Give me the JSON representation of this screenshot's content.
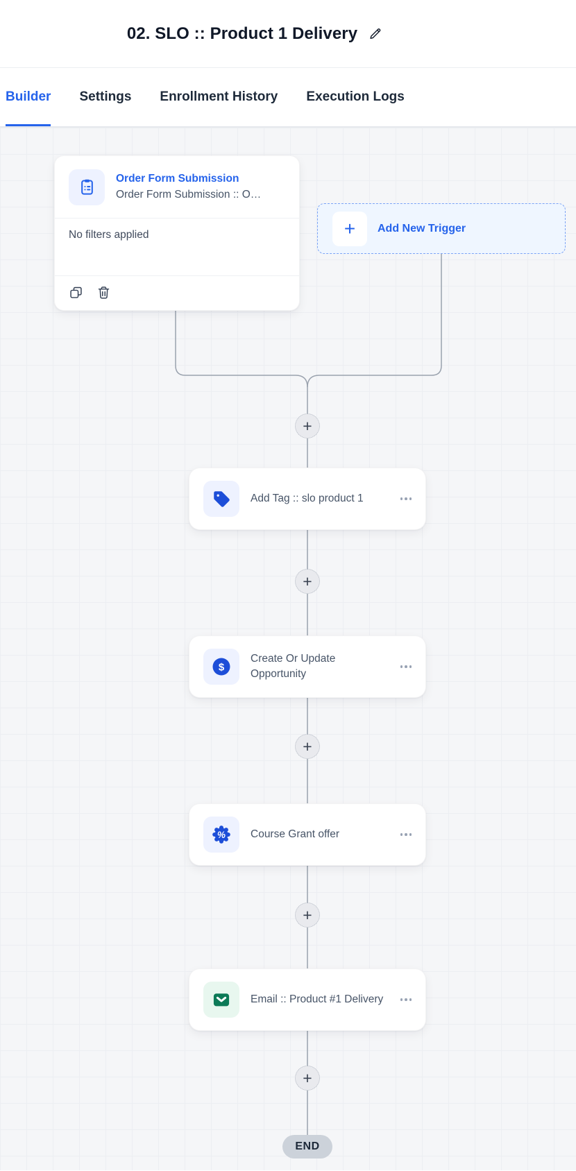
{
  "header": {
    "title": "02. SLO :: Product 1 Delivery"
  },
  "tabs": {
    "items": [
      {
        "label": "Builder",
        "active": true
      },
      {
        "label": "Settings",
        "active": false
      },
      {
        "label": "Enrollment History",
        "active": false
      },
      {
        "label": "Execution Logs",
        "active": false
      }
    ]
  },
  "canvas": {
    "plus_glyph": "+",
    "end_label": "END",
    "trigger_card": {
      "icon": "clipboard-list-icon",
      "title": "Order Form Submission",
      "subtitle": "Order Form Submission :: O…",
      "filters_text": "No filters applied",
      "footer_icons": [
        "copy-icon",
        "trash-icon"
      ]
    },
    "add_new_trigger": {
      "icon": "plus-icon",
      "label": "Add New Trigger"
    },
    "action_cards": [
      {
        "icon": "tag-icon",
        "label": "Add Tag :: slo product 1"
      },
      {
        "icon": "dollar-icon",
        "label": "Create Or Update Opportunity"
      },
      {
        "icon": "discount-badge-icon",
        "label": "Course Grant offer"
      },
      {
        "icon": "email-icon",
        "label": "Email :: Product #1 Delivery"
      }
    ]
  },
  "colors": {
    "accent": "#2563eb",
    "icon_blue": "#1d4ed8",
    "icon_blue_bg": "#eef2ff",
    "email_green": "#0c7a57",
    "email_green_bg": "#e8f7ef",
    "canvas_bg": "#f5f6f8",
    "connector": "#9aa2ae",
    "end_bg": "#ccd2da"
  }
}
